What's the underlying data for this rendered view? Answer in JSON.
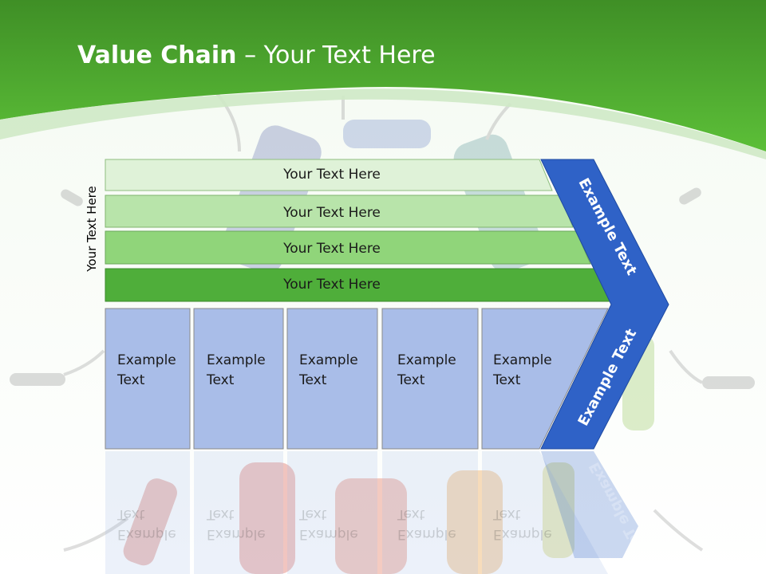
{
  "slide": {
    "title_bold": "Value Chain",
    "title_rest": "– Your Text Here",
    "side_label": "Your Text Here"
  },
  "bars": [
    {
      "label": "Your Text Here",
      "color": "#dff2d8"
    },
    {
      "label": "Your Text Here",
      "color": "#b8e4aa"
    },
    {
      "label": "Your Text Here",
      "color": "#90d57a"
    },
    {
      "label": "Your Text Here",
      "color": "#4fae3a"
    }
  ],
  "boxes": [
    {
      "line1": "Example",
      "line2": "Text"
    },
    {
      "line1": "Example",
      "line2": "Text"
    },
    {
      "line1": "Example",
      "line2": "Text"
    },
    {
      "line1": "Example",
      "line2": "Text"
    },
    {
      "line1": "Example",
      "line2": "Text"
    }
  ],
  "chevron": {
    "upper_text": "Example Text",
    "lower_text": "Example Text",
    "color": "#2f62c7"
  },
  "colors": {
    "header_green": "#4aaa2c",
    "box_fill": "#a9bde8"
  }
}
